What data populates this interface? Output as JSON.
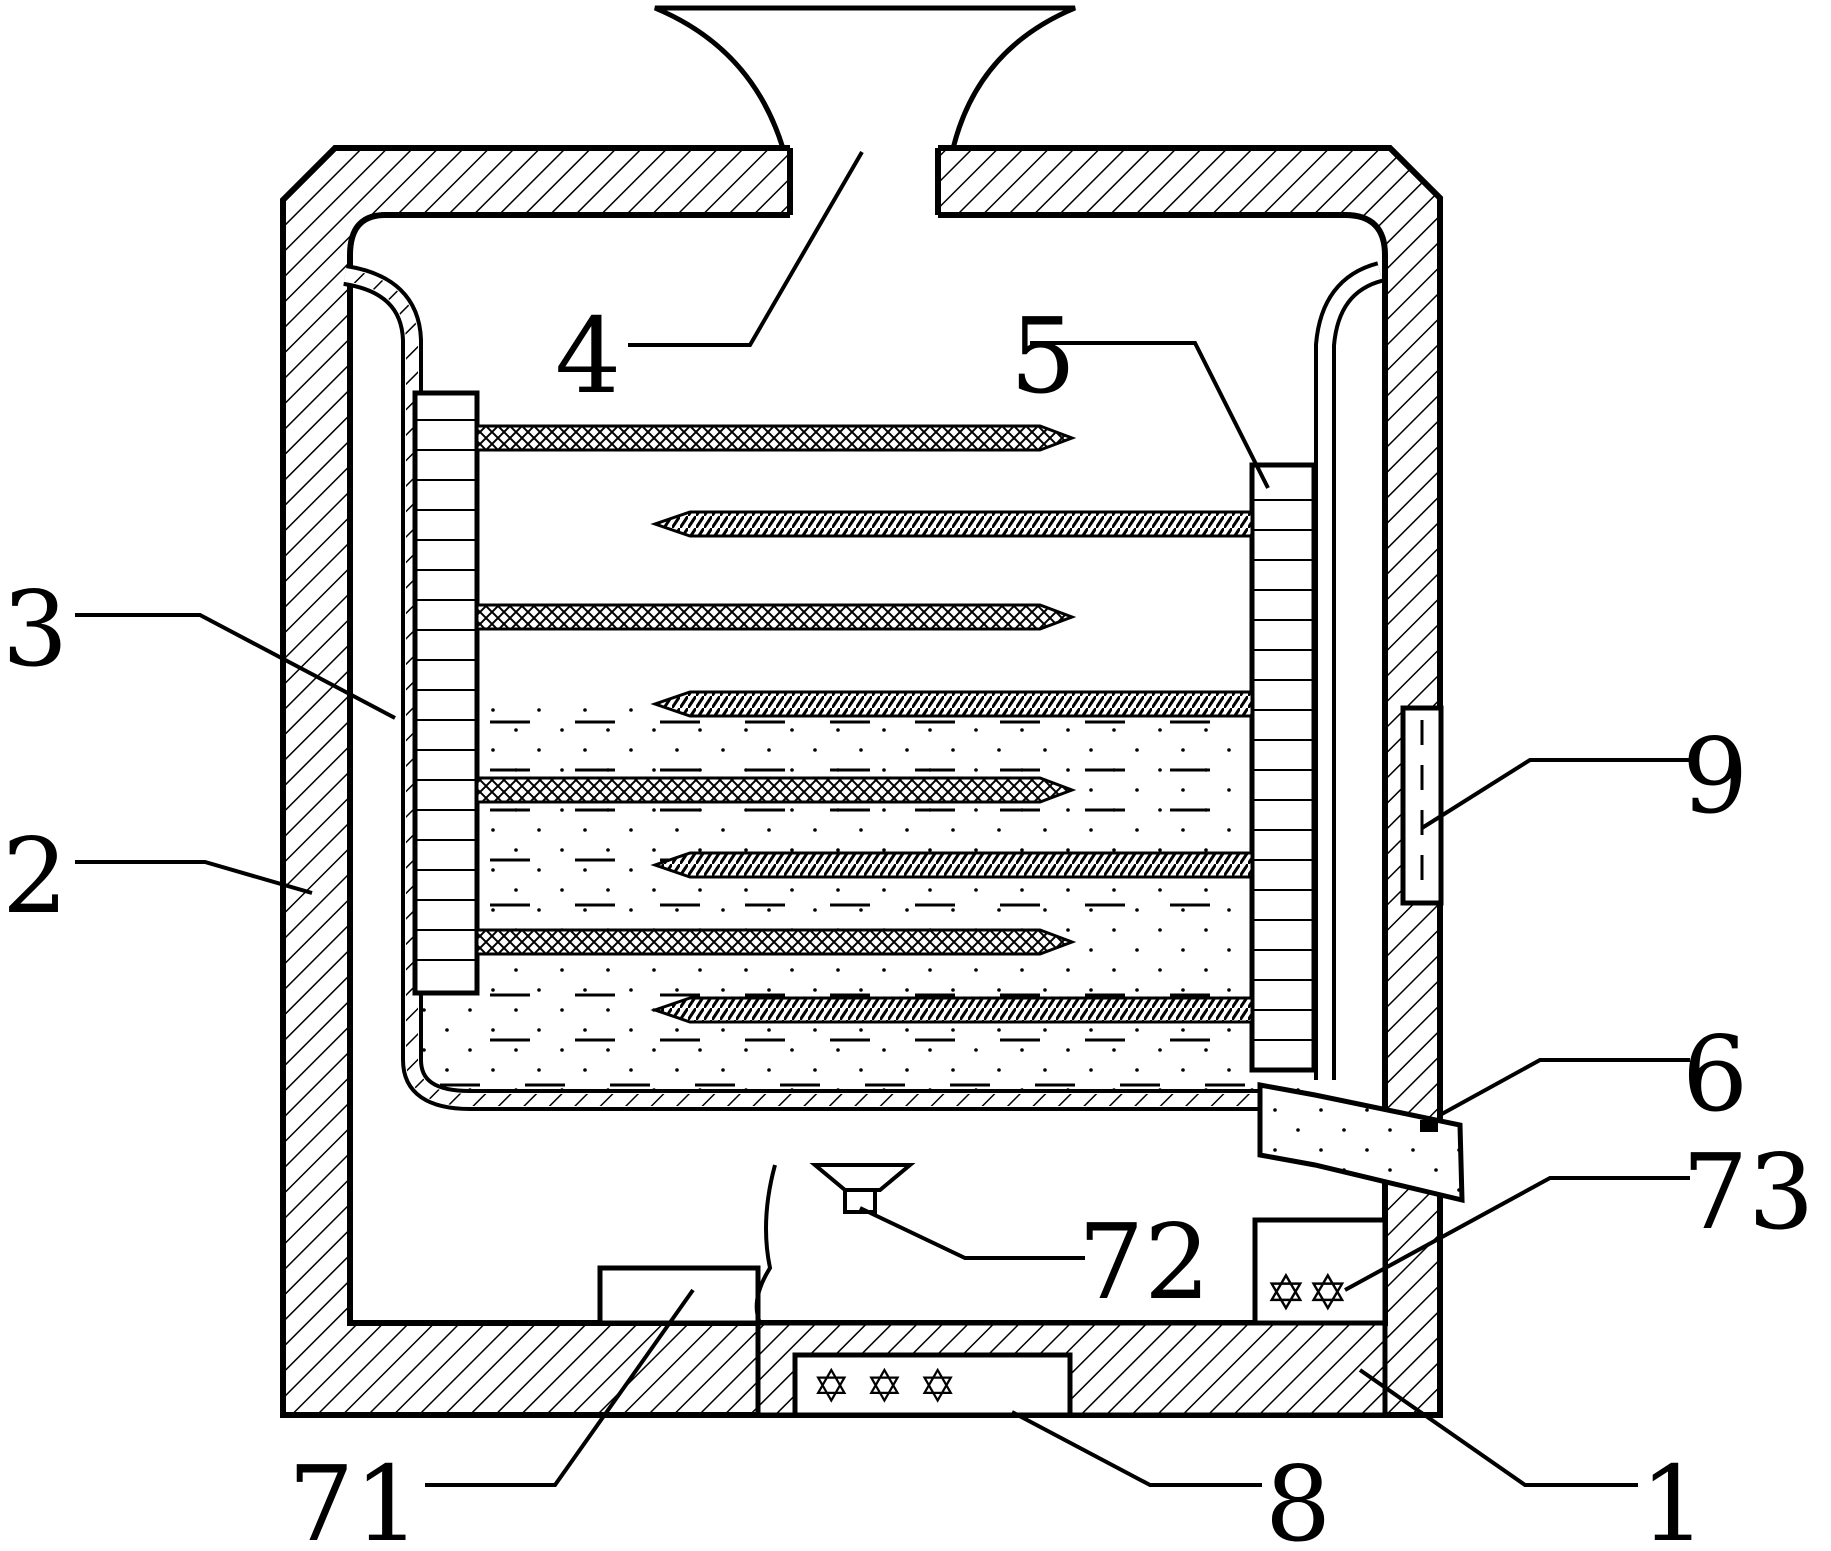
{
  "labels": {
    "l1": "1",
    "l2": "2",
    "l3": "3",
    "l4": "4",
    "l5": "5",
    "l6": "6",
    "l71": "71",
    "l72": "72",
    "l73": "73",
    "l8": "8",
    "l9": "9"
  },
  "colors": {
    "line": "#000000",
    "background": "#ffffff"
  }
}
